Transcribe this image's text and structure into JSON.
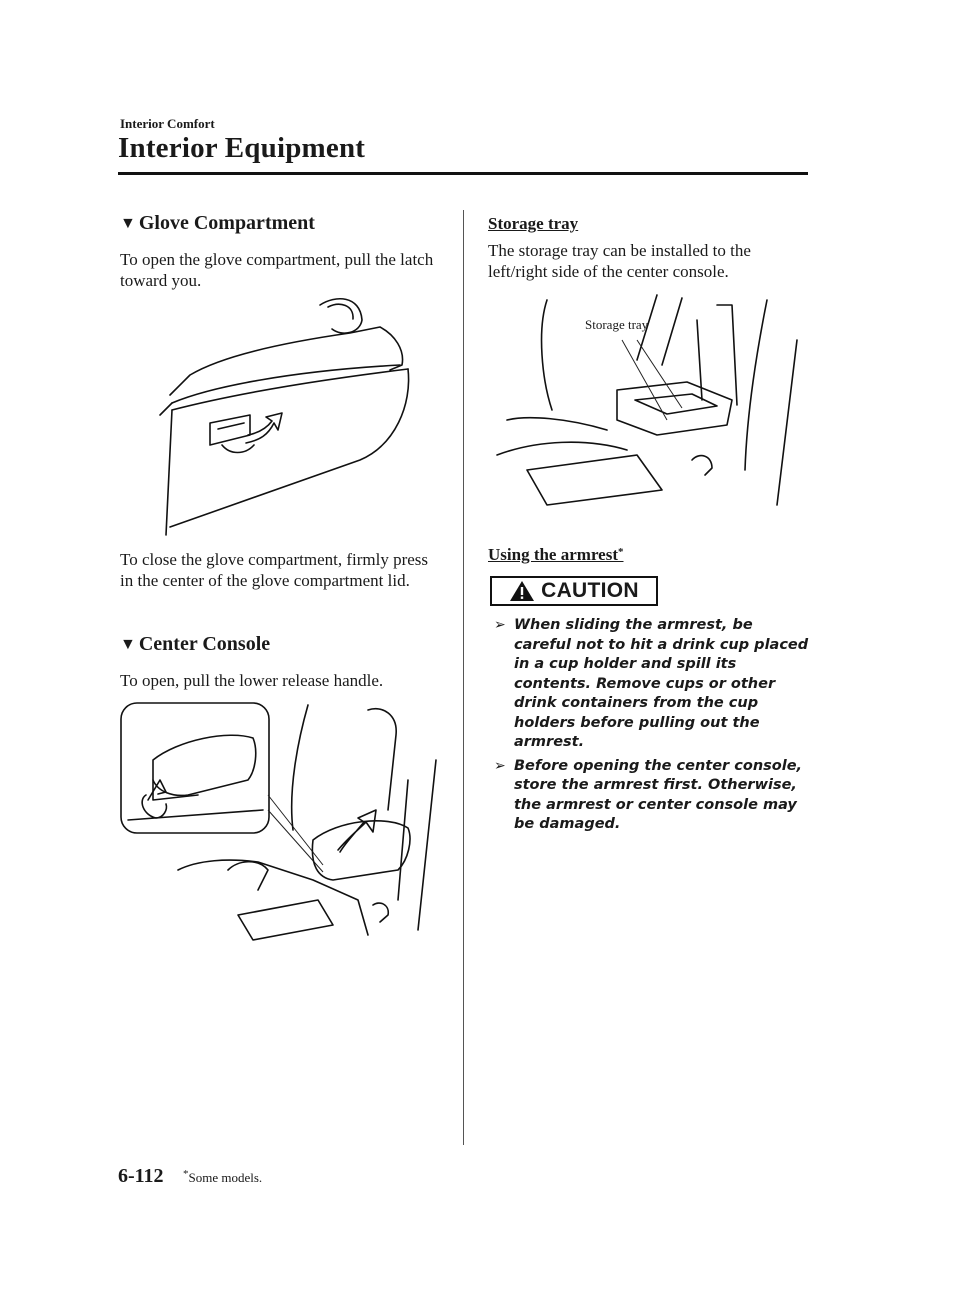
{
  "header": {
    "section": "Interior Comfort",
    "title": "Interior Equipment"
  },
  "left": {
    "glove": {
      "heading_marker": "▼",
      "heading": "Glove Compartment",
      "open_text": "To open the glove compartment, pull the latch toward you.",
      "close_text": "To close the glove compartment, firmly press in the center of the glove compartment lid."
    },
    "console": {
      "heading_marker": "▼",
      "heading": "Center Console",
      "open_text": "To open, pull the lower release handle."
    }
  },
  "right": {
    "storage": {
      "heading": "Storage tray",
      "text": "The storage tray can be installed to the left/right side of the center console.",
      "figure_label": "Storage tray"
    },
    "armrest": {
      "heading": "Using the armrest",
      "star": "*"
    },
    "caution": {
      "label": "CAUTION",
      "bullet": "➢",
      "items": [
        "When sliding the armrest, be careful not to hit a drink cup placed in a cup holder and spill its contents. Remove cups or other drink containers from the cup holders before pulling out the armrest.",
        "Before opening the center console, store the armrest first. Otherwise, the armrest or center console may be damaged."
      ]
    }
  },
  "footer": {
    "page_number": "6-112",
    "star": "*",
    "note": "Some models."
  }
}
